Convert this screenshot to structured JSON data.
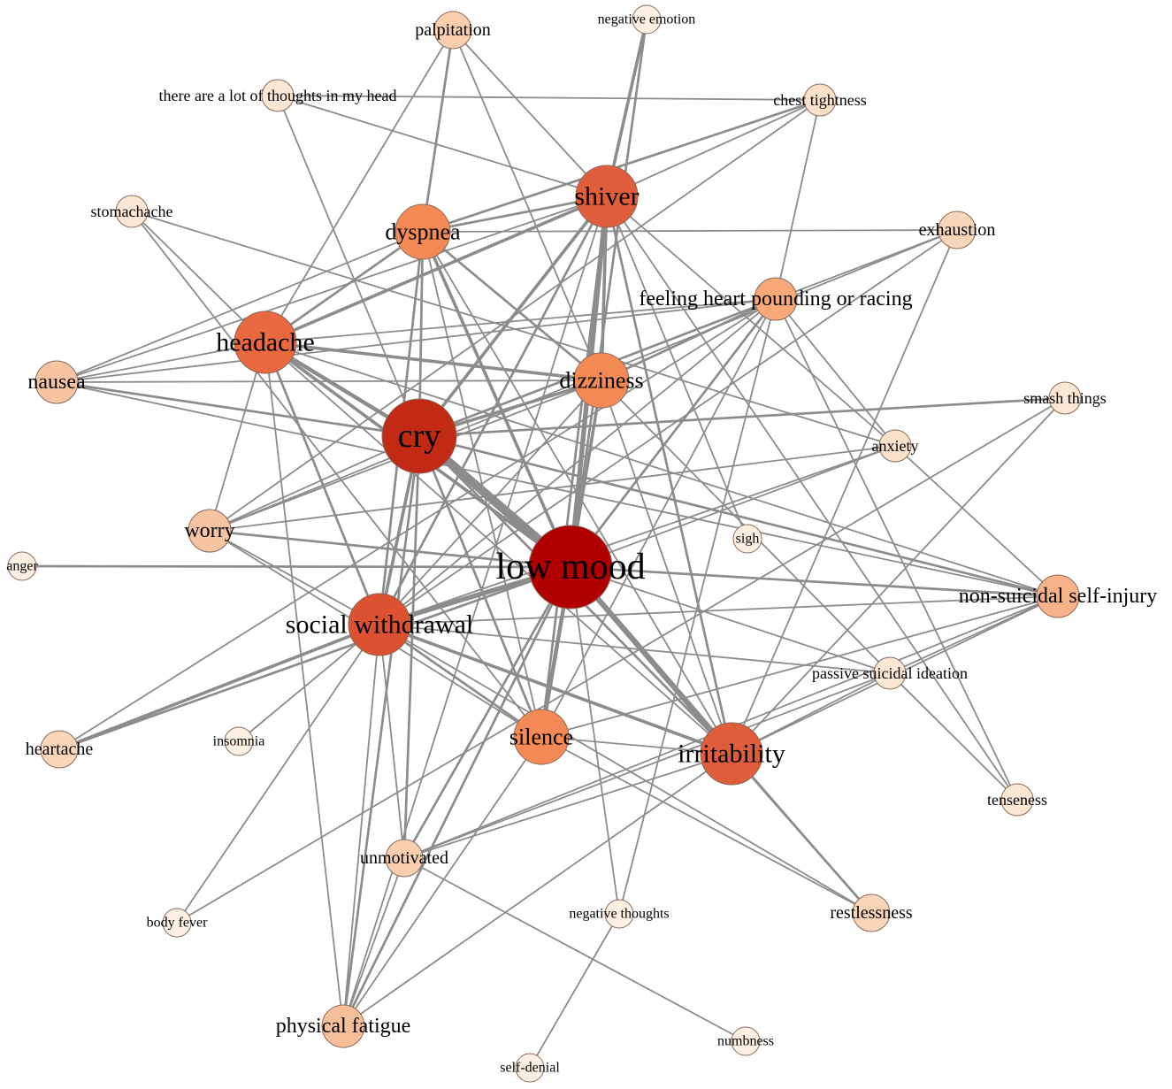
{
  "nodes": [
    {
      "id": "low_mood",
      "label": "low mood",
      "color": "#b00000",
      "tier": 1
    },
    {
      "id": "cry",
      "label": "cry",
      "color": "#c22a16",
      "tier": 2
    },
    {
      "id": "shiver",
      "label": "shiver",
      "color": "#e05d3c",
      "tier": 3
    },
    {
      "id": "social_withdrawal",
      "label": "social withdrawal",
      "color": "#dc5231",
      "tier": 3
    },
    {
      "id": "irritability",
      "label": "irritability",
      "color": "#e05d3c",
      "tier": 3
    },
    {
      "id": "headache",
      "label": "headache",
      "color": "#e8683f",
      "tier": 3
    },
    {
      "id": "dyspnea",
      "label": "dyspnea",
      "color": "#f38a55",
      "tier": 4
    },
    {
      "id": "dizziness",
      "label": "dizziness",
      "color": "#f38a55",
      "tier": 4
    },
    {
      "id": "silence",
      "label": "silence",
      "color": "#f38a55",
      "tier": 4
    },
    {
      "id": "feeling_heart",
      "label": "feeling heart pounding or racing",
      "color": "#f9a878",
      "tier": 5
    },
    {
      "id": "non_suicidal",
      "label": "non-suicidal self-injury",
      "color": "#f7b28a",
      "tier": 5
    },
    {
      "id": "physical_fatigue",
      "label": "physical fatigue",
      "color": "#f7bf99",
      "tier": 5
    },
    {
      "id": "nausea",
      "label": "nausea",
      "color": "#f7c4a2",
      "tier": 5
    },
    {
      "id": "worry",
      "label": "worry",
      "color": "#f7c4a2",
      "tier": 5
    },
    {
      "id": "palpitation",
      "label": "palpitation",
      "color": "#f9cfb0",
      "tier": 6
    },
    {
      "id": "unmotivated",
      "label": "unmotivated",
      "color": "#f9cfb0",
      "tier": 6
    },
    {
      "id": "exhaustion",
      "label": "exhaustion",
      "color": "#f9d6ba",
      "tier": 6
    },
    {
      "id": "heartache",
      "label": "heartache",
      "color": "#f9d6ba",
      "tier": 6
    },
    {
      "id": "restlessness",
      "label": "restlessness",
      "color": "#f9d6ba",
      "tier": 6
    },
    {
      "id": "chest_tightness",
      "label": "chest tightness",
      "color": "#fbe1ca",
      "tier": 7
    },
    {
      "id": "thoughts",
      "label": "there are a lot of thoughts in my head",
      "color": "#fbe7d4",
      "tier": 7
    },
    {
      "id": "stomachache",
      "label": "stomachache",
      "color": "#fbe7d4",
      "tier": 7
    },
    {
      "id": "anxiety",
      "label": "anxiety",
      "color": "#fbe1ca",
      "tier": 7
    },
    {
      "id": "smash_things",
      "label": "smash things",
      "color": "#fbe7d4",
      "tier": 7
    },
    {
      "id": "passive_suicidal",
      "label": "passive suicidal ideation",
      "color": "#fbe7d4",
      "tier": 7
    },
    {
      "id": "tenseness",
      "label": "tenseness",
      "color": "#fbe7d4",
      "tier": 7
    },
    {
      "id": "negative_emotion",
      "label": "negative emotion",
      "color": "#fdf0e2",
      "tier": 8
    },
    {
      "id": "sigh",
      "label": "sigh",
      "color": "#fdf0e2",
      "tier": 8
    },
    {
      "id": "anger",
      "label": "anger",
      "color": "#fdf0e2",
      "tier": 8
    },
    {
      "id": "insomnia",
      "label": "insomnia",
      "color": "#fdf0e2",
      "tier": 8
    },
    {
      "id": "body_fever",
      "label": "body fever",
      "color": "#fdf0e2",
      "tier": 8
    },
    {
      "id": "negative_thoughts",
      "label": "negative thoughts",
      "color": "#fdf0e2",
      "tier": 8
    },
    {
      "id": "self_denial",
      "label": "self-denial",
      "color": "#fdf0e2",
      "tier": 8
    },
    {
      "id": "numbness",
      "label": "numbness",
      "color": "#fdf0e2",
      "tier": 8
    }
  ],
  "edges": [
    {
      "source": "cry",
      "target": "low_mood",
      "weight": 10
    },
    {
      "source": "low_mood",
      "target": "irritability",
      "weight": 6
    },
    {
      "source": "low_mood",
      "target": "social_withdrawal",
      "weight": 5
    },
    {
      "source": "low_mood",
      "target": "shiver",
      "weight": 5
    },
    {
      "source": "low_mood",
      "target": "silence",
      "weight": 4
    },
    {
      "source": "low_mood",
      "target": "dizziness",
      "weight": 3
    },
    {
      "source": "low_mood",
      "target": "headache",
      "weight": 3
    },
    {
      "source": "low_mood",
      "target": "dyspnea",
      "weight": 3
    },
    {
      "source": "low_mood",
      "target": "non_suicidal",
      "weight": 2
    },
    {
      "source": "low_mood",
      "target": "worry",
      "weight": 2
    },
    {
      "source": "low_mood",
      "target": "anger",
      "weight": 2
    },
    {
      "source": "low_mood",
      "target": "physical_fatigue",
      "weight": 2
    },
    {
      "source": "low_mood",
      "target": "unmotivated",
      "weight": 2
    },
    {
      "source": "low_mood",
      "target": "feeling_heart",
      "weight": 2
    },
    {
      "source": "low_mood",
      "target": "negative_emotion",
      "weight": 2
    },
    {
      "source": "low_mood",
      "target": "passive_suicidal",
      "weight": 1
    },
    {
      "source": "low_mood",
      "target": "anxiety",
      "weight": 1
    },
    {
      "source": "low_mood",
      "target": "restlessness",
      "weight": 1
    },
    {
      "source": "low_mood",
      "target": "negative_thoughts",
      "weight": 1
    },
    {
      "source": "cry",
      "target": "headache",
      "weight": 4
    },
    {
      "source": "cry",
      "target": "shiver",
      "weight": 3
    },
    {
      "source": "cry",
      "target": "dizziness",
      "weight": 3
    },
    {
      "source": "cry",
      "target": "dyspnea",
      "weight": 2
    },
    {
      "source": "cry",
      "target": "social_withdrawal",
      "weight": 3
    },
    {
      "source": "cry",
      "target": "irritability",
      "weight": 2
    },
    {
      "source": "cry",
      "target": "silence",
      "weight": 2
    },
    {
      "source": "cry",
      "target": "smash_things",
      "weight": 2
    },
    {
      "source": "cry",
      "target": "physical_fatigue",
      "weight": 2
    },
    {
      "source": "cry",
      "target": "nausea",
      "weight": 2
    },
    {
      "source": "cry",
      "target": "worry",
      "weight": 1
    },
    {
      "source": "cry",
      "target": "feeling_heart",
      "weight": 2
    },
    {
      "source": "cry",
      "target": "non_suicidal",
      "weight": 2
    },
    {
      "source": "cry",
      "target": "thoughts",
      "weight": 1
    },
    {
      "source": "cry",
      "target": "unmotivated",
      "weight": 2
    },
    {
      "source": "shiver",
      "target": "headache",
      "weight": 3
    },
    {
      "source": "shiver",
      "target": "dyspnea",
      "weight": 2
    },
    {
      "source": "shiver",
      "target": "social_withdrawal",
      "weight": 2
    },
    {
      "source": "shiver",
      "target": "dizziness",
      "weight": 3
    },
    {
      "source": "shiver",
      "target": "irritability",
      "weight": 2
    },
    {
      "source": "shiver",
      "target": "silence",
      "weight": 2
    },
    {
      "source": "shiver",
      "target": "chest_tightness",
      "weight": 1
    },
    {
      "source": "shiver",
      "target": "thoughts",
      "weight": 1
    },
    {
      "source": "shiver",
      "target": "negative_emotion",
      "weight": 3
    },
    {
      "source": "shiver",
      "target": "nausea",
      "weight": 1
    },
    {
      "source": "shiver",
      "target": "sigh",
      "weight": 1
    },
    {
      "source": "shiver",
      "target": "tenseness",
      "weight": 1
    },
    {
      "source": "shiver",
      "target": "anxiety",
      "weight": 1
    },
    {
      "source": "shiver",
      "target": "physical_fatigue",
      "weight": 1
    },
    {
      "source": "dyspnea",
      "target": "palpitation",
      "weight": 2
    },
    {
      "source": "dyspnea",
      "target": "headache",
      "weight": 2
    },
    {
      "source": "dyspnea",
      "target": "dizziness",
      "weight": 2
    },
    {
      "source": "dyspnea",
      "target": "social_withdrawal",
      "weight": 2
    },
    {
      "source": "dyspnea",
      "target": "chest_tightness",
      "weight": 2
    },
    {
      "source": "dyspnea",
      "target": "silence",
      "weight": 1
    },
    {
      "source": "dyspnea",
      "target": "exhaustion",
      "weight": 1
    },
    {
      "source": "dyspnea",
      "target": "irritability",
      "weight": 1
    },
    {
      "source": "dyspnea",
      "target": "nausea",
      "weight": 1
    },
    {
      "source": "palpitation",
      "target": "dizziness",
      "weight": 1
    },
    {
      "source": "palpitation",
      "target": "headache",
      "weight": 1
    },
    {
      "source": "palpitation",
      "target": "shiver",
      "weight": 1
    },
    {
      "source": "headache",
      "target": "dizziness",
      "weight": 3
    },
    {
      "source": "headache",
      "target": "social_withdrawal",
      "weight": 2
    },
    {
      "source": "headache",
      "target": "nausea",
      "weight": 1
    },
    {
      "source": "headache",
      "target": "worry",
      "weight": 1
    },
    {
      "source": "headache",
      "target": "stomachache",
      "weight": 1
    },
    {
      "source": "headache",
      "target": "feeling_heart",
      "weight": 1
    },
    {
      "source": "headache",
      "target": "physical_fatigue",
      "weight": 1
    },
    {
      "source": "headache",
      "target": "irritability",
      "weight": 1
    },
    {
      "source": "headache",
      "target": "non_suicidal",
      "weight": 1
    },
    {
      "source": "stomachache",
      "target": "silence",
      "weight": 1
    },
    {
      "source": "stomachache",
      "target": "anxiety",
      "weight": 1
    },
    {
      "source": "dizziness",
      "target": "nausea",
      "weight": 1
    },
    {
      "source": "dizziness",
      "target": "feeling_heart",
      "weight": 2
    },
    {
      "source": "dizziness",
      "target": "social_withdrawal",
      "weight": 1
    },
    {
      "source": "dizziness",
      "target": "silence",
      "weight": 1
    },
    {
      "source": "dizziness",
      "target": "irritability",
      "weight": 1
    },
    {
      "source": "dizziness",
      "target": "worry",
      "weight": 1
    },
    {
      "source": "dizziness",
      "target": "passive_suicidal",
      "weight": 1
    },
    {
      "source": "feeling_heart",
      "target": "chest_tightness",
      "weight": 1
    },
    {
      "source": "feeling_heart",
      "target": "exhaustion",
      "weight": 1
    },
    {
      "source": "feeling_heart",
      "target": "anxiety",
      "weight": 1
    },
    {
      "source": "feeling_heart",
      "target": "social_withdrawal",
      "weight": 1
    },
    {
      "source": "feeling_heart",
      "target": "silence",
      "weight": 1
    },
    {
      "source": "feeling_heart",
      "target": "nausea",
      "weight": 1
    },
    {
      "source": "feeling_heart",
      "target": "tenseness",
      "weight": 1
    },
    {
      "source": "feeling_heart",
      "target": "negative_thoughts",
      "weight": 1
    },
    {
      "source": "exhaustion",
      "target": "social_withdrawal",
      "weight": 1
    },
    {
      "source": "exhaustion",
      "target": "irritability",
      "weight": 1
    },
    {
      "source": "exhaustion",
      "target": "worry",
      "weight": 1
    },
    {
      "source": "social_withdrawal",
      "target": "heartache",
      "weight": 3
    },
    {
      "source": "social_withdrawal",
      "target": "irritability",
      "weight": 3
    },
    {
      "source": "social_withdrawal",
      "target": "silence",
      "weight": 2
    },
    {
      "source": "social_withdrawal",
      "target": "unmotivated",
      "weight": 1
    },
    {
      "source": "social_withdrawal",
      "target": "physical_fatigue",
      "weight": 1
    },
    {
      "source": "social_withdrawal",
      "target": "insomnia",
      "weight": 1
    },
    {
      "source": "social_withdrawal",
      "target": "non_suicidal",
      "weight": 1
    },
    {
      "source": "social_withdrawal",
      "target": "passive_suicidal",
      "weight": 1
    },
    {
      "source": "social_withdrawal",
      "target": "worry",
      "weight": 1
    },
    {
      "source": "social_withdrawal",
      "target": "anxiety",
      "weight": 1
    },
    {
      "source": "social_withdrawal",
      "target": "restlessness",
      "weight": 1
    },
    {
      "source": "social_withdrawal",
      "target": "body_fever",
      "weight": 1
    },
    {
      "source": "heartache",
      "target": "low_mood",
      "weight": 2
    },
    {
      "source": "heartache",
      "target": "feeling_heart",
      "weight": 1
    },
    {
      "source": "irritability",
      "target": "silence",
      "weight": 1
    },
    {
      "source": "irritability",
      "target": "restlessness",
      "weight": 2
    },
    {
      "source": "irritability",
      "target": "unmotivated",
      "weight": 1
    },
    {
      "source": "irritability",
      "target": "non_suicidal",
      "weight": 1
    },
    {
      "source": "irritability",
      "target": "smash_things",
      "weight": 1
    },
    {
      "source": "irritability",
      "target": "physical_fatigue",
      "weight": 1
    },
    {
      "source": "irritability",
      "target": "passive_suicidal",
      "weight": 1
    },
    {
      "source": "silence",
      "target": "restlessness",
      "weight": 1
    },
    {
      "source": "silence",
      "target": "non_suicidal",
      "weight": 1
    },
    {
      "source": "silence",
      "target": "physical_fatigue",
      "weight": 1
    },
    {
      "source": "unmotivated",
      "target": "physical_fatigue",
      "weight": 1
    },
    {
      "source": "unmotivated",
      "target": "non_suicidal",
      "weight": 1
    },
    {
      "source": "unmotivated",
      "target": "numbness",
      "weight": 1
    },
    {
      "source": "unmotivated",
      "target": "passive_suicidal",
      "weight": 1
    },
    {
      "source": "negative_thoughts",
      "target": "self_denial",
      "weight": 1
    },
    {
      "source": "passive_suicidal",
      "target": "tenseness",
      "weight": 1
    },
    {
      "source": "passive_suicidal",
      "target": "non_suicidal",
      "weight": 1
    },
    {
      "source": "worry",
      "target": "anxiety",
      "weight": 1
    },
    {
      "source": "worry",
      "target": "silence",
      "weight": 1
    },
    {
      "source": "worry",
      "target": "chest_tightness",
      "weight": 1
    },
    {
      "source": "thoughts",
      "target": "chest_tightness",
      "weight": 1
    },
    {
      "source": "anxiety",
      "target": "non_suicidal",
      "weight": 1
    },
    {
      "source": "body_fever",
      "target": "smash_things",
      "weight": 1
    },
    {
      "source": "nausea",
      "target": "non_suicidal",
      "weight": 1
    }
  ]
}
